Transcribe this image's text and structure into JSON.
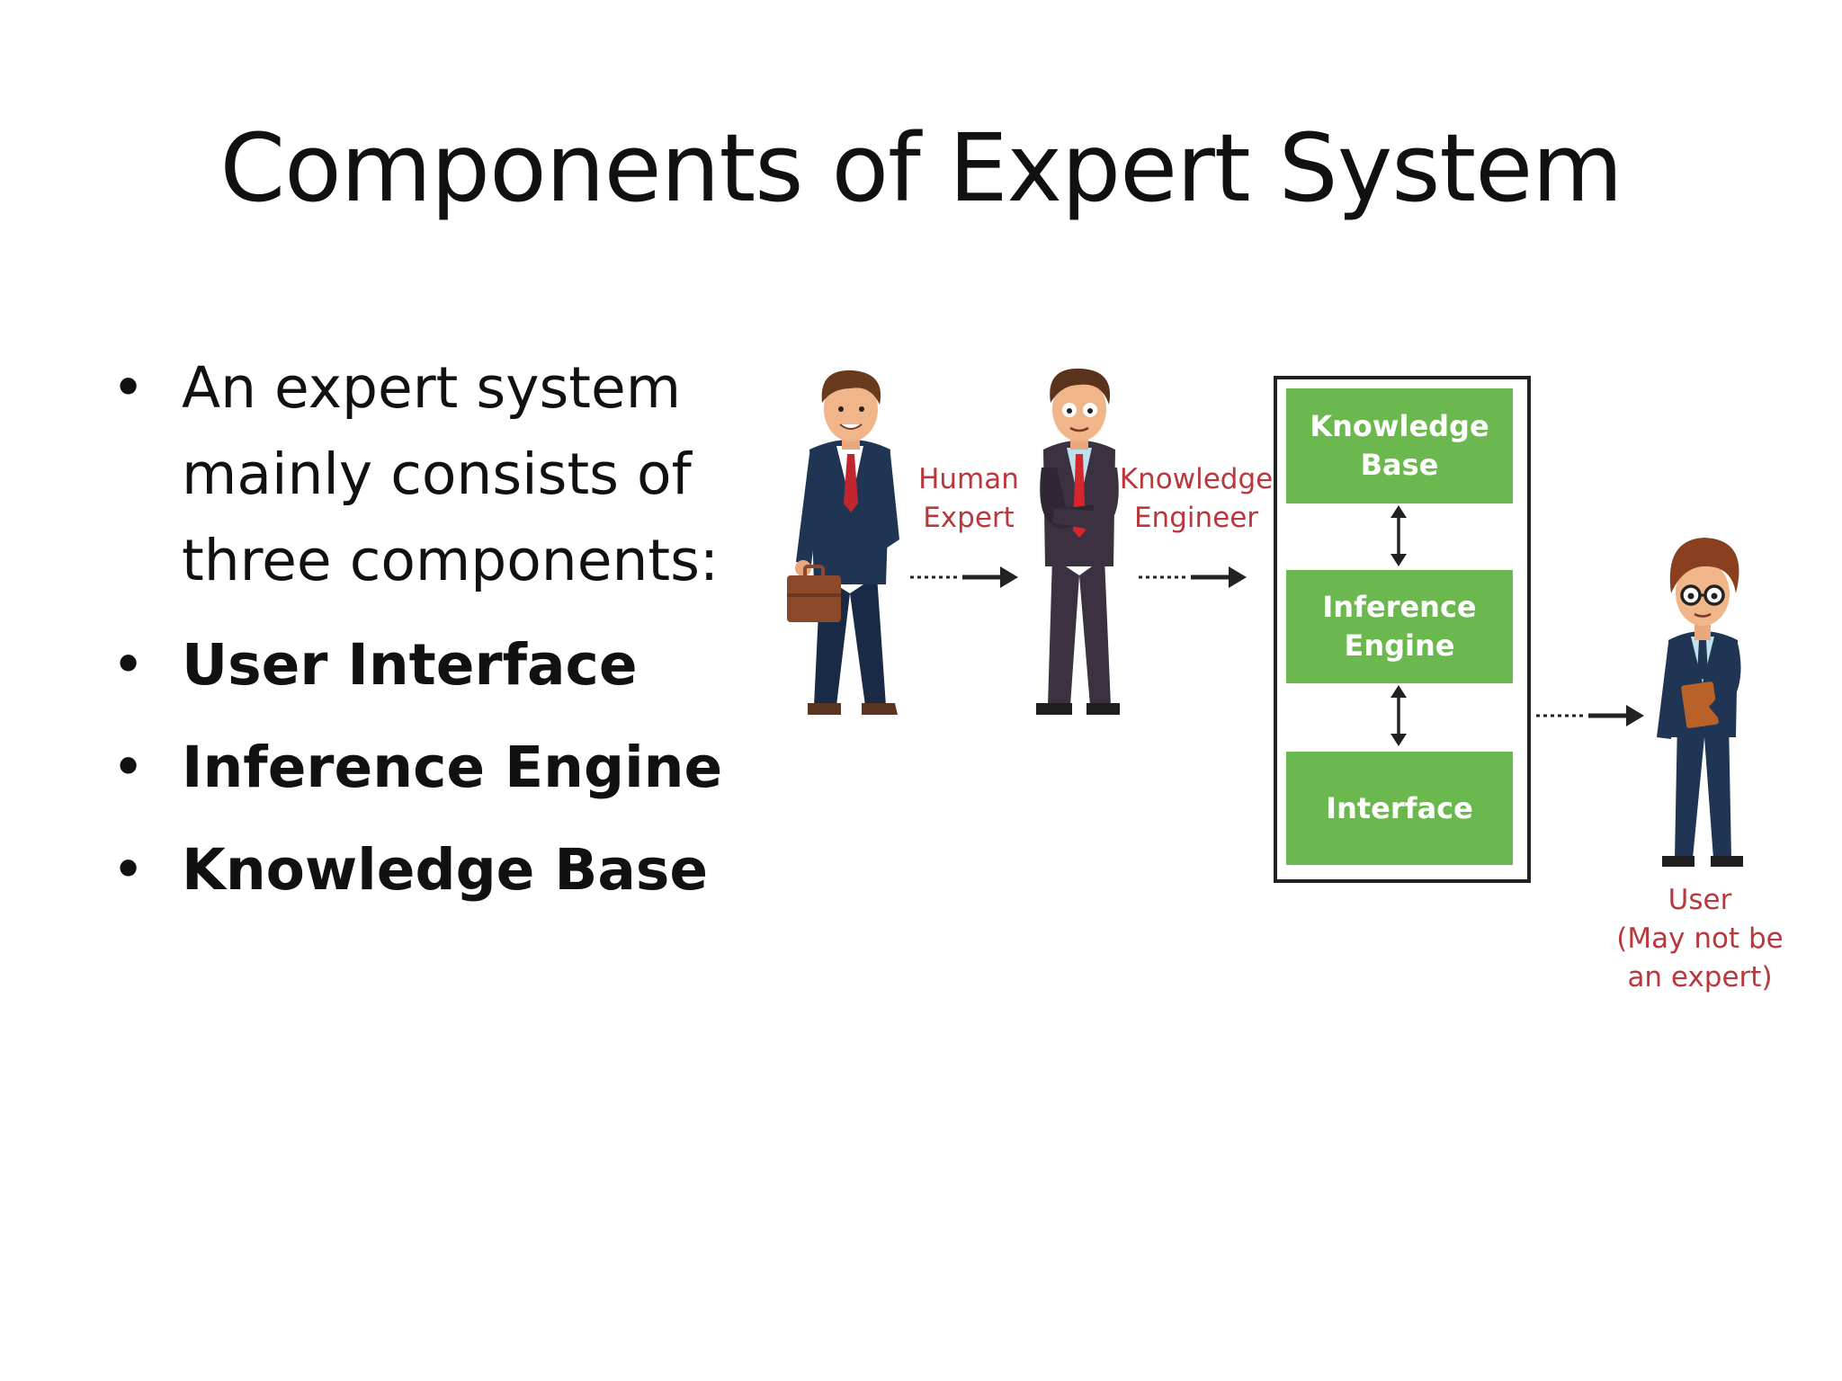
{
  "slide": {
    "title": "Components of Expert System",
    "bullets": [
      {
        "text": "An expert system mainly consists of three components:",
        "bold": false
      },
      {
        "text": "User Interface",
        "bold": true
      },
      {
        "text": "Inference Engine",
        "bold": true
      },
      {
        "text": "Knowledge Base",
        "bold": true
      }
    ]
  },
  "diagram": {
    "human_expert": [
      "Human",
      "Expert"
    ],
    "knowledge_engineer": [
      "Knowledge",
      "Engineer"
    ],
    "boxes": {
      "knowledge_base": [
        "Knowledge",
        "Base"
      ],
      "inference_engine": [
        "Inference",
        "Engine"
      ],
      "interface": [
        "Interface"
      ]
    },
    "user": [
      "User",
      "(May not be",
      "an expert)"
    ],
    "colors": {
      "box_green": "#6bb84f",
      "label_red": "#b8383d",
      "suit_navy": "#1f3553",
      "suit_dark": "#3b3140"
    }
  }
}
